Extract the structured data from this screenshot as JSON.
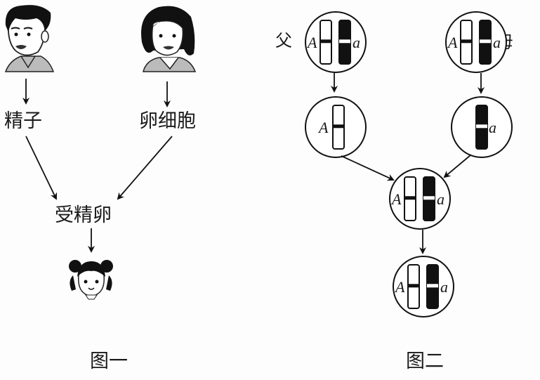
{
  "figure1": {
    "caption": "图一",
    "father_label": "father",
    "mother_label": "mother",
    "sperm": "精子",
    "egg": "卵细胞",
    "zygote": "受精卵",
    "child_label": "daughter"
  },
  "figure2": {
    "caption": "图二",
    "father": "父",
    "mother": "母",
    "allele_dominant": "A",
    "allele_recessive": "a"
  },
  "colors": {
    "ink": "#111111",
    "paper": "#fdfdfd"
  }
}
